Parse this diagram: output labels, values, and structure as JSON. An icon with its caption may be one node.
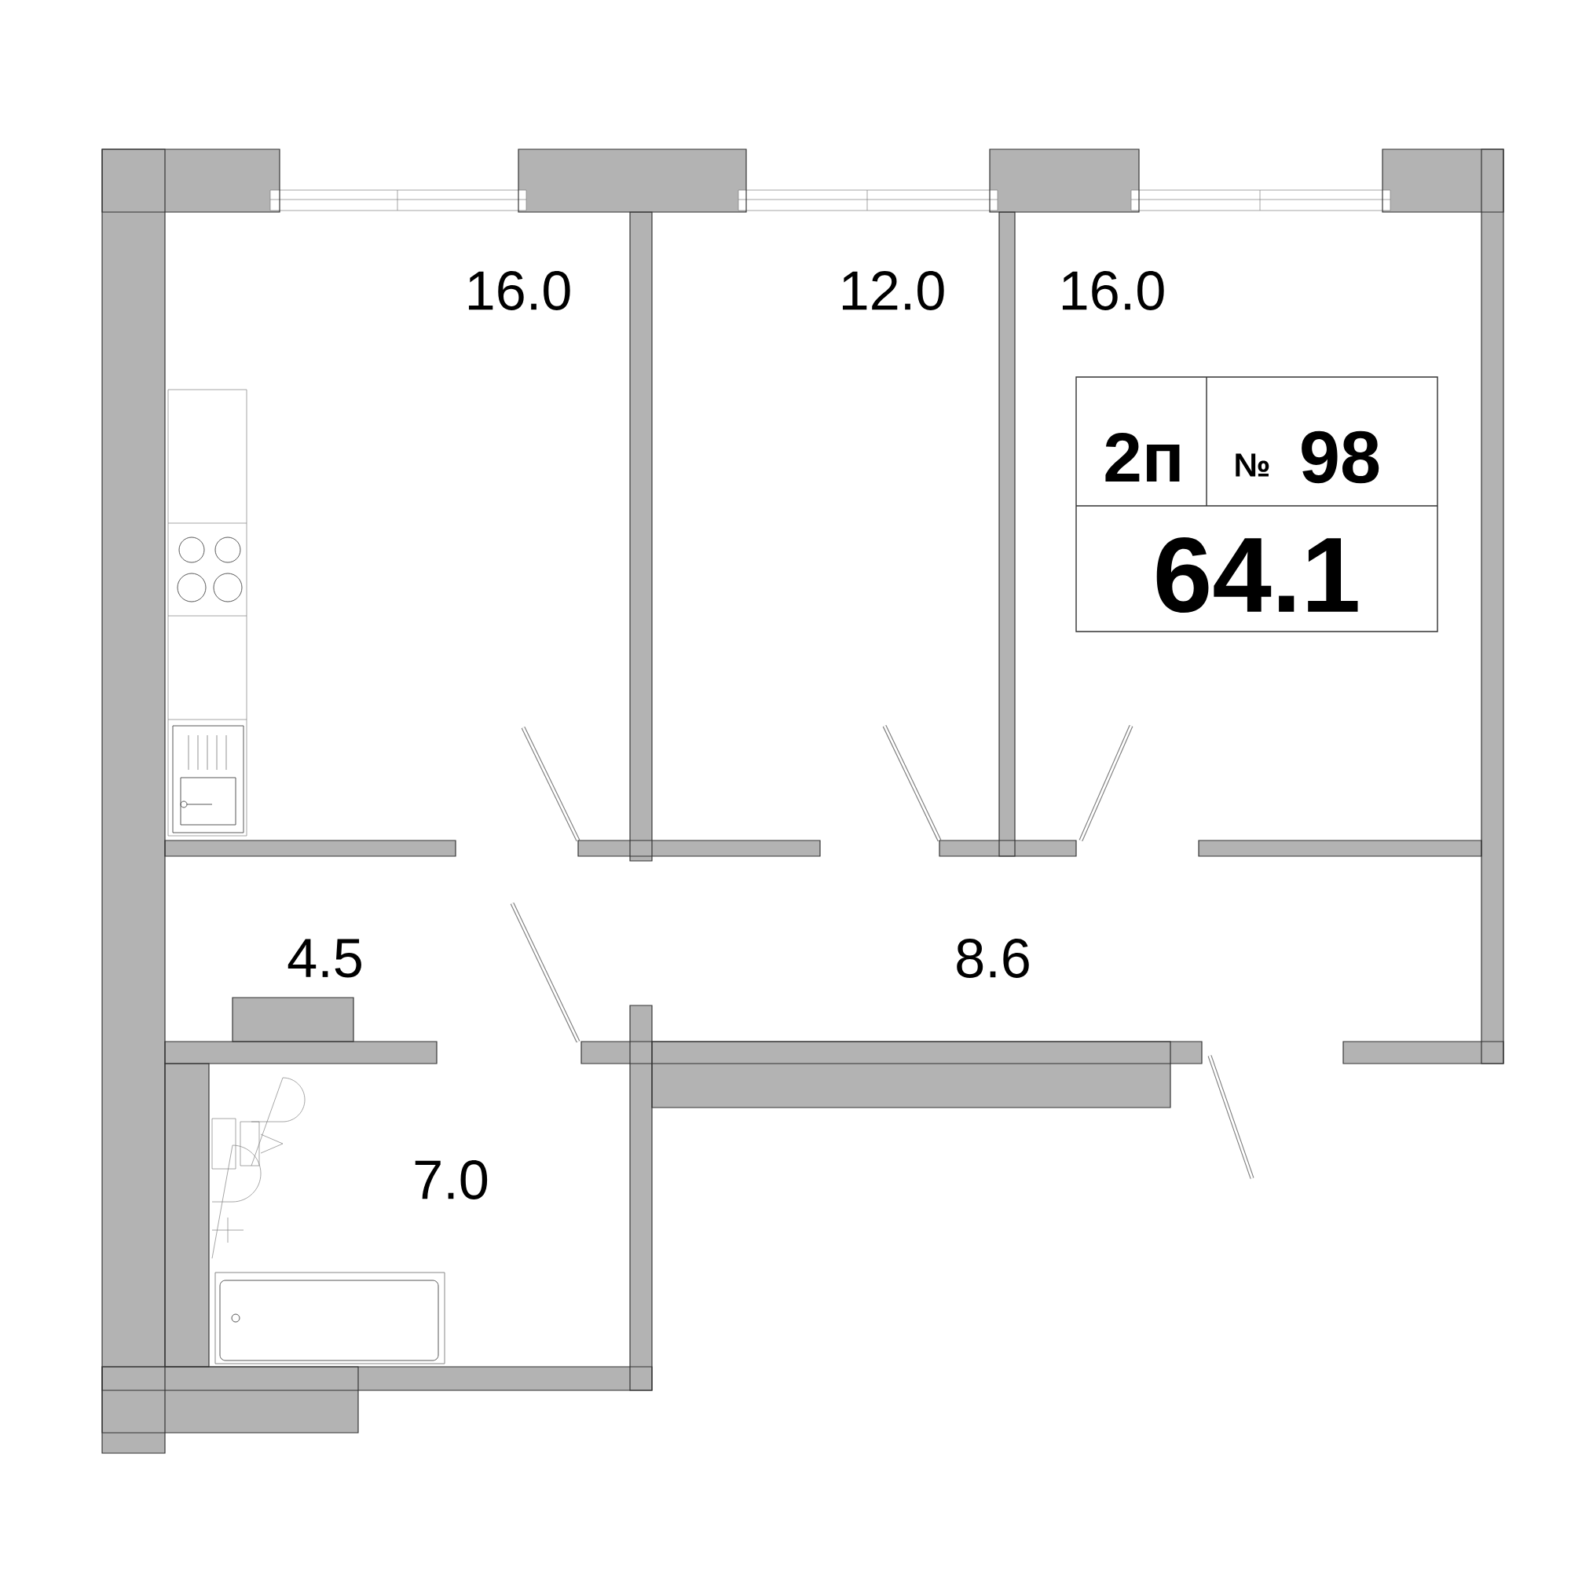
{
  "diagram": {
    "labels": [
      "16.0",
      "12.0",
      "16.0",
      "2п",
      "№",
      "98",
      "64.1",
      "4.5",
      "8.6",
      "7.0"
    ]
  }
}
